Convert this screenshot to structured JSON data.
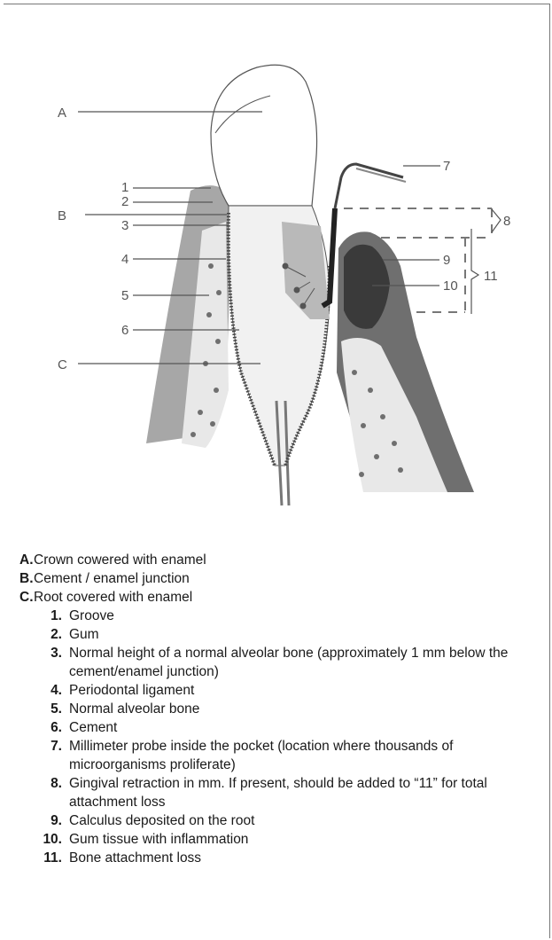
{
  "diagram": {
    "callouts": {
      "A": "A",
      "B": "B",
      "C": "C",
      "n1": "1",
      "n2": "2",
      "n3": "3",
      "n4": "4",
      "n5": "5",
      "n6": "6",
      "n7": "7",
      "n8": "8",
      "n9": "9",
      "n10": "10",
      "n11": "11"
    }
  },
  "legend_letters": [
    {
      "key": "A.",
      "text": "Crown cowered with enamel"
    },
    {
      "key": "B.",
      "text": "Cement / enamel junction"
    },
    {
      "key": "C.",
      "text": "Root covered with enamel"
    }
  ],
  "legend_numbers": [
    {
      "key": "1.",
      "text": "Groove"
    },
    {
      "key": "2.",
      "text": "Gum"
    },
    {
      "key": "3.",
      "text": "Normal height of a normal alveolar bone (approximately 1 mm below the cement/enamel junction)"
    },
    {
      "key": "4.",
      "text": "Periodontal ligament"
    },
    {
      "key": "5.",
      "text": "Normal alveolar bone"
    },
    {
      "key": "6.",
      "text": "Cement"
    },
    {
      "key": "7.",
      "text": "Millimeter probe inside the pocket (location where thousands of microorganisms proliferate)"
    },
    {
      "key": "8.",
      "text": "Gingival retraction in mm. If present, should be added to “11” for total attachment loss"
    },
    {
      "key": "9.",
      "text": "Calculus deposited on the root"
    },
    {
      "key": "10.",
      "text": "Gum tissue with inflammation"
    },
    {
      "key": "11.",
      "text": "Bone attachment loss"
    }
  ]
}
